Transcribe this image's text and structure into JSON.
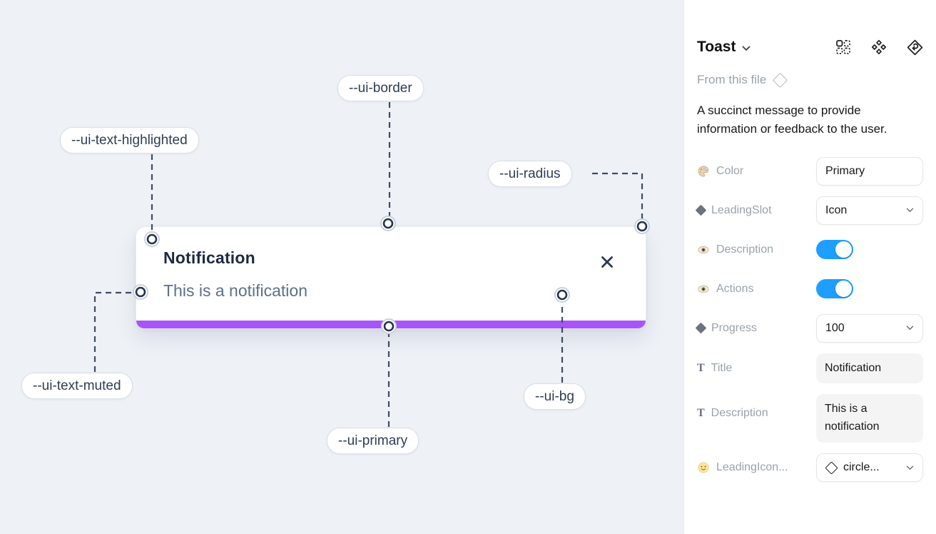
{
  "canvas": {
    "toast": {
      "title": "Notification",
      "description": "This is a notification"
    },
    "labels": [
      {
        "text": "--ui-border"
      },
      {
        "text": "--ui-text-highlighted"
      },
      {
        "text": "--ui-radius"
      },
      {
        "text": "--ui-text-muted"
      },
      {
        "text": "--ui-primary"
      },
      {
        "text": "--ui-bg"
      }
    ],
    "colors": {
      "background": "#eef1f6",
      "primary_bar": "#a855f7",
      "title_text": "#1d2b40",
      "muted_text": "#5d7089"
    }
  },
  "panel": {
    "title": "Toast",
    "source": "From this file",
    "description": "A succinct message to provide information or feedback to the user.",
    "toolbar_icons": [
      "component-grid-icon",
      "diamond-cluster-icon",
      "insert-component-icon"
    ],
    "icons": {
      "text_glyph": "T"
    },
    "colors": {
      "toggle_on": "#1e9eff"
    },
    "properties": [
      {
        "label": "Color",
        "icon": "palette-icon",
        "control": "select",
        "value": "Primary"
      },
      {
        "label": "LeadingSlot",
        "icon": "diamond-icon",
        "control": "select",
        "value": "Icon"
      },
      {
        "label": "Description",
        "icon": "eye-icon",
        "control": "toggle",
        "value": true
      },
      {
        "label": "Actions",
        "icon": "eye-icon",
        "control": "toggle",
        "value": true
      },
      {
        "label": "Progress",
        "icon": "diamond-icon",
        "control": "select",
        "value": "100"
      },
      {
        "label": "Title",
        "icon": "text-icon",
        "control": "field",
        "value": "Notification"
      },
      {
        "label": "Description",
        "icon": "text-icon",
        "control": "field",
        "value": "This is a notification"
      },
      {
        "label": "LeadingIcon...",
        "icon": "smiley-icon",
        "control": "select-icon",
        "value": "circle..."
      }
    ]
  }
}
